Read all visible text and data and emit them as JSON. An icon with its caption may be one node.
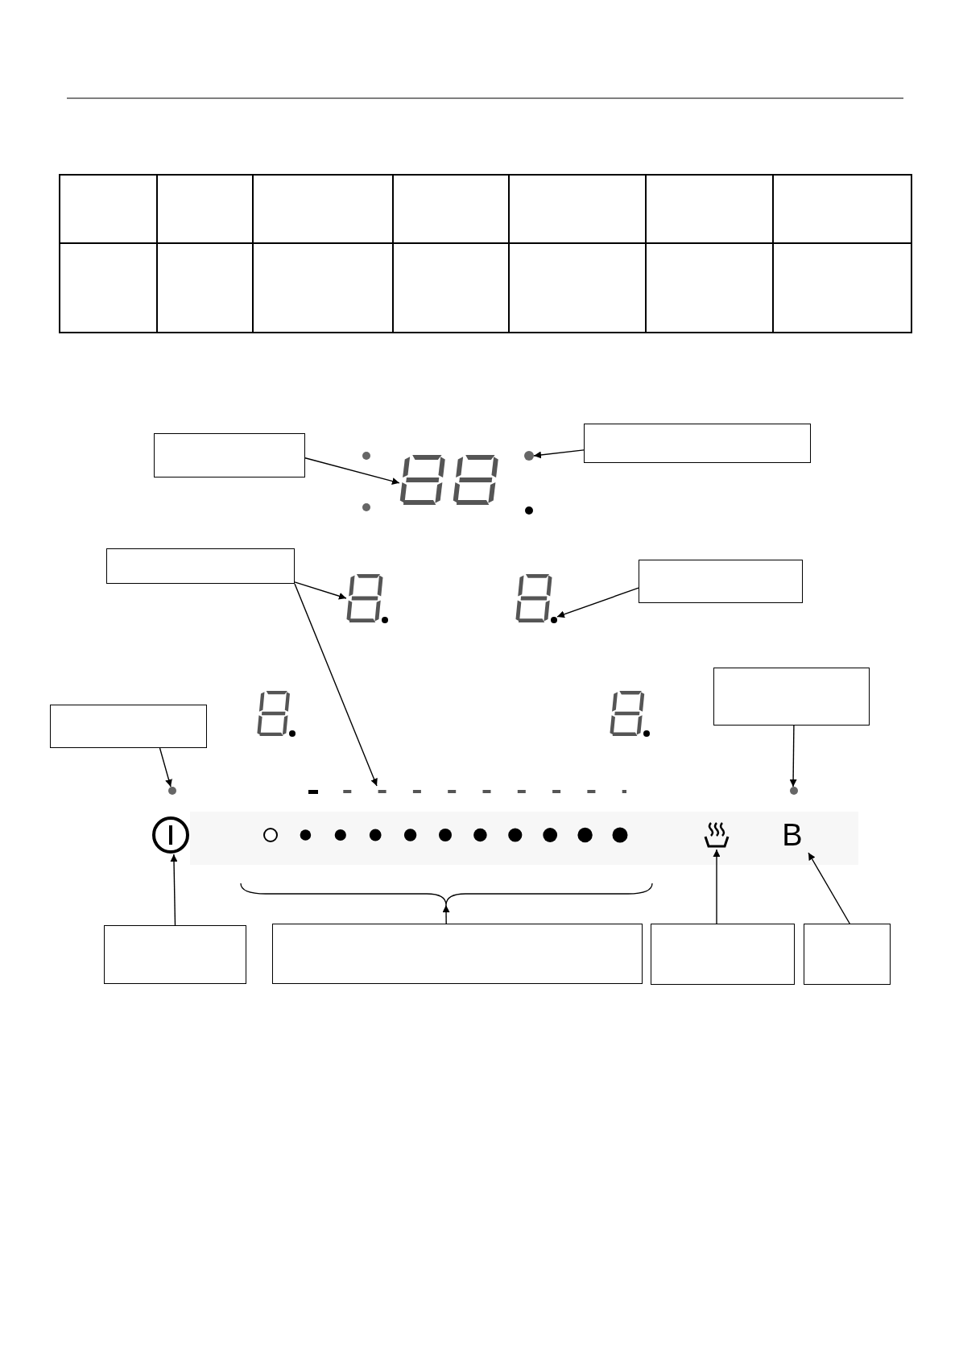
{
  "diagram": {
    "nodes": [
      {
        "text": [],
        "shape": "box"
      },
      {
        "text": [],
        "shape": "display"
      },
      {
        "text": [],
        "shape": "circle"
      },
      {
        "text": [],
        "shape": "box"
      },
      {
        "text": [],
        "shape": "box"
      },
      {
        "text": [],
        "shape": "display"
      },
      {
        "text": [],
        "shape": "display"
      },
      {
        "text": [],
        "shape": "box"
      },
      {
        "text": [],
        "shape": "box"
      },
      {
        "text": [],
        "shape": "box"
      },
      {
        "text": [],
        "shape": "circle"
      },
      {
        "text": [],
        "shape": "bar"
      },
      {
        "text": [],
        "shape": "icon"
      },
      {
        "text": [],
        "shape": "bar"
      },
      {
        "text": [],
        "shape": "icon"
      },
      {
        "text": [
          "B"
        ]
      },
      {
        "text": [],
        "shape": "circle"
      },
      {
        "text": [],
        "shape": "box"
      },
      {
        "text": [],
        "shape": "box"
      },
      {
        "text": [],
        "shape": "box"
      },
      {
        "text": [],
        "shape": "box"
      }
    ],
    "edges": [
      {
        "from": 0,
        "to": 1,
        "arrow": "to"
      },
      {
        "from": 3,
        "to": 2,
        "arrow": "to"
      },
      {
        "from": 4,
        "to": 5,
        "arrow": "to"
      },
      {
        "from": 4,
        "to": 11,
        "arrow": "to"
      },
      {
        "from": 7,
        "to": 6,
        "arrow": "to"
      },
      {
        "from": 9,
        "to": 10,
        "arrow": "to"
      },
      {
        "from": 8,
        "to": 16,
        "arrow": "to"
      },
      {
        "from": 17,
        "to": 12,
        "arrow": "to"
      },
      {
        "from": 18,
        "to": 13,
        "arrow": "to"
      },
      {
        "from": 19,
        "to": 14,
        "arrow": "to"
      },
      {
        "from": 20,
        "to": 15,
        "arrow": "to"
      }
    ]
  }
}
